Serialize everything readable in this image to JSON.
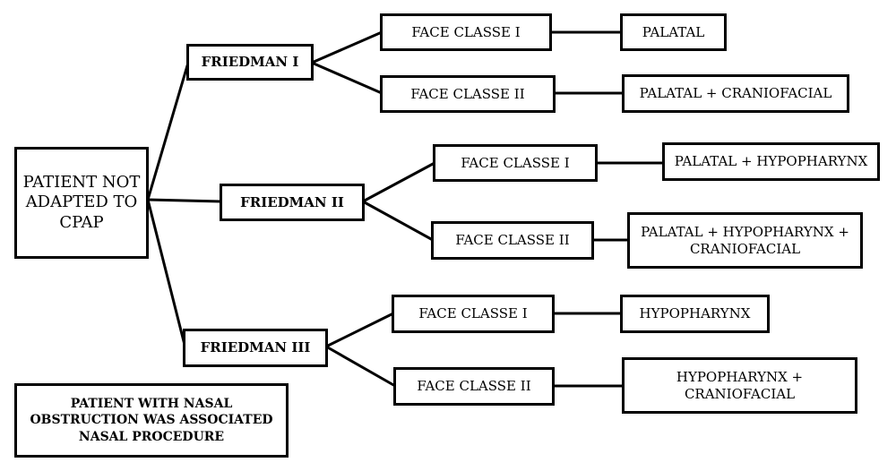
{
  "colors": {
    "border": "#000000",
    "background": "#ffffff",
    "text": "#000000"
  },
  "root": {
    "label": "PATIENT NOT ADAPTED TO CPAP"
  },
  "branches": [
    {
      "label": "FRIEDMAN I",
      "children": [
        {
          "face": "FACE CLASSE I",
          "procedure": "PALATAL"
        },
        {
          "face": "FACE CLASSE II",
          "procedure": "PALATAL + CRANIOFACIAL"
        }
      ]
    },
    {
      "label": "FRIEDMAN II",
      "children": [
        {
          "face": "FACE CLASSE I",
          "procedure": "PALATAL + HYPOPHARYNX"
        },
        {
          "face": "FACE CLASSE II",
          "procedure": "PALATAL + HYPOPHARYNX + CRANIOFACIAL"
        }
      ]
    },
    {
      "label": "FRIEDMAN III",
      "children": [
        {
          "face": "FACE CLASSE I",
          "procedure": "HYPOPHARYNX"
        },
        {
          "face": "FACE CLASSE II",
          "procedure": "HYPOPHARYNX + CRANIOFACIAL"
        }
      ]
    }
  ],
  "note": {
    "label": "PATIENT WITH NASAL OBSTRUCTION WAS ASSOCIATED NASAL PROCEDURE"
  }
}
